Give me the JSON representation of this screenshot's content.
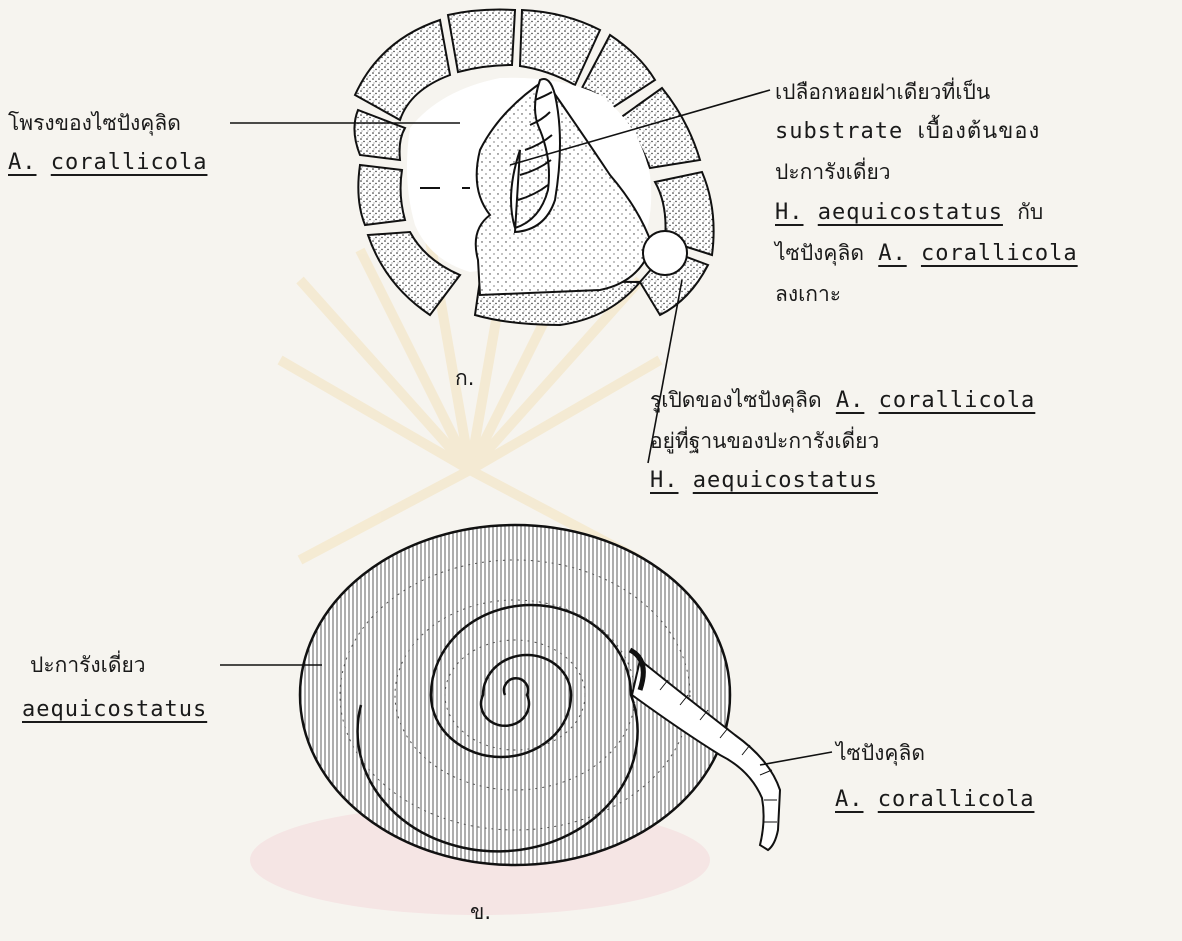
{
  "figure": {
    "panel_a": {
      "caption": "ก.",
      "label_left": {
        "line1": "โพรงของไซปังคุลิด",
        "genus": "A.",
        "species": "corallicola"
      },
      "label_right_top": {
        "line1": "เปลือกหอยฝาเดียวที่เป็น",
        "line2": "substrate เบื้องต้นของ",
        "line3": "ปะการังเดี่ยว",
        "genus": "H.",
        "species": "aequicostatus",
        "line4_suffix": "กับ",
        "line5_prefix": "ไซปังคุลิด",
        "genus2": "A.",
        "species2": "corallicola",
        "line6": "ลงเกาะ"
      },
      "label_right_bottom": {
        "line1_prefix": "รูเปิดของไซปังคุลิด",
        "genus": "A.",
        "species": "corallicola",
        "line2": "อยู่ที่ฐานของปะการังเดี่ยว",
        "genus2": "H.",
        "species2": "aequicostatus"
      }
    },
    "panel_b": {
      "caption": "ข.",
      "label_left": {
        "line1": "ปะการังเดี่ยว",
        "line2": "aequicostatus"
      },
      "label_right": {
        "line1": "ไซปังคุลิด",
        "genus": "A.",
        "species": "corallicola"
      }
    }
  },
  "colors": {
    "paper": "#f6f4ef",
    "ink": "#1a1a1a",
    "watermark": "#f3d9a0"
  }
}
